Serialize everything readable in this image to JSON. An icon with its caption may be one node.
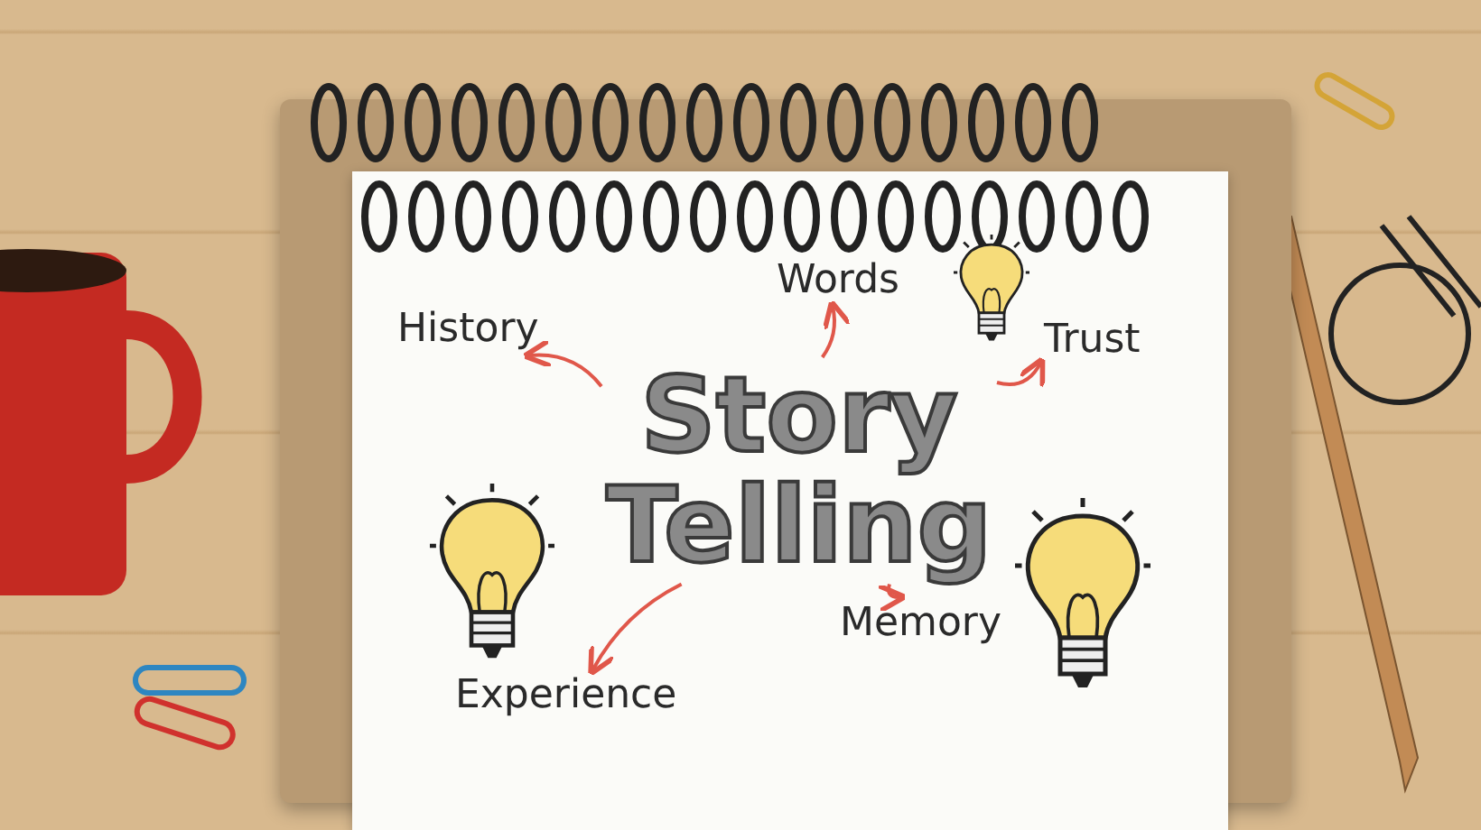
{
  "diagram": {
    "nodes": [
      {
        "text": [
          "Story Telling"
        ]
      },
      {
        "text": [
          "History"
        ]
      },
      {
        "text": [
          "Words"
        ]
      },
      {
        "text": [
          "Trust"
        ]
      },
      {
        "text": [
          "Memory"
        ]
      },
      {
        "text": [
          "Experience"
        ]
      }
    ],
    "edges": [
      {
        "from": 0,
        "to": 1,
        "arrow": "to",
        "color": "#e0574a"
      },
      {
        "from": 0,
        "to": 2,
        "arrow": "to",
        "color": "#e0574a"
      },
      {
        "from": 0,
        "to": 3,
        "arrow": "to",
        "color": "#e0574a"
      },
      {
        "from": 0,
        "to": 4,
        "arrow": "to",
        "color": "#e0574a"
      },
      {
        "from": 0,
        "to": 5,
        "arrow": "to",
        "color": "#e0574a"
      }
    ]
  }
}
